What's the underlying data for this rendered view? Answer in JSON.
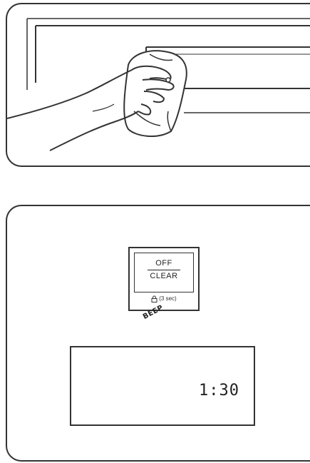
{
  "button": {
    "top_label": "OFF",
    "bottom_label": "CLEAR",
    "hold_hint": "(3 sec)"
  },
  "sound": "BEEP",
  "display": {
    "time": "1:30"
  },
  "icons": [
    "wiping-hand-icon",
    "lock-icon"
  ]
}
